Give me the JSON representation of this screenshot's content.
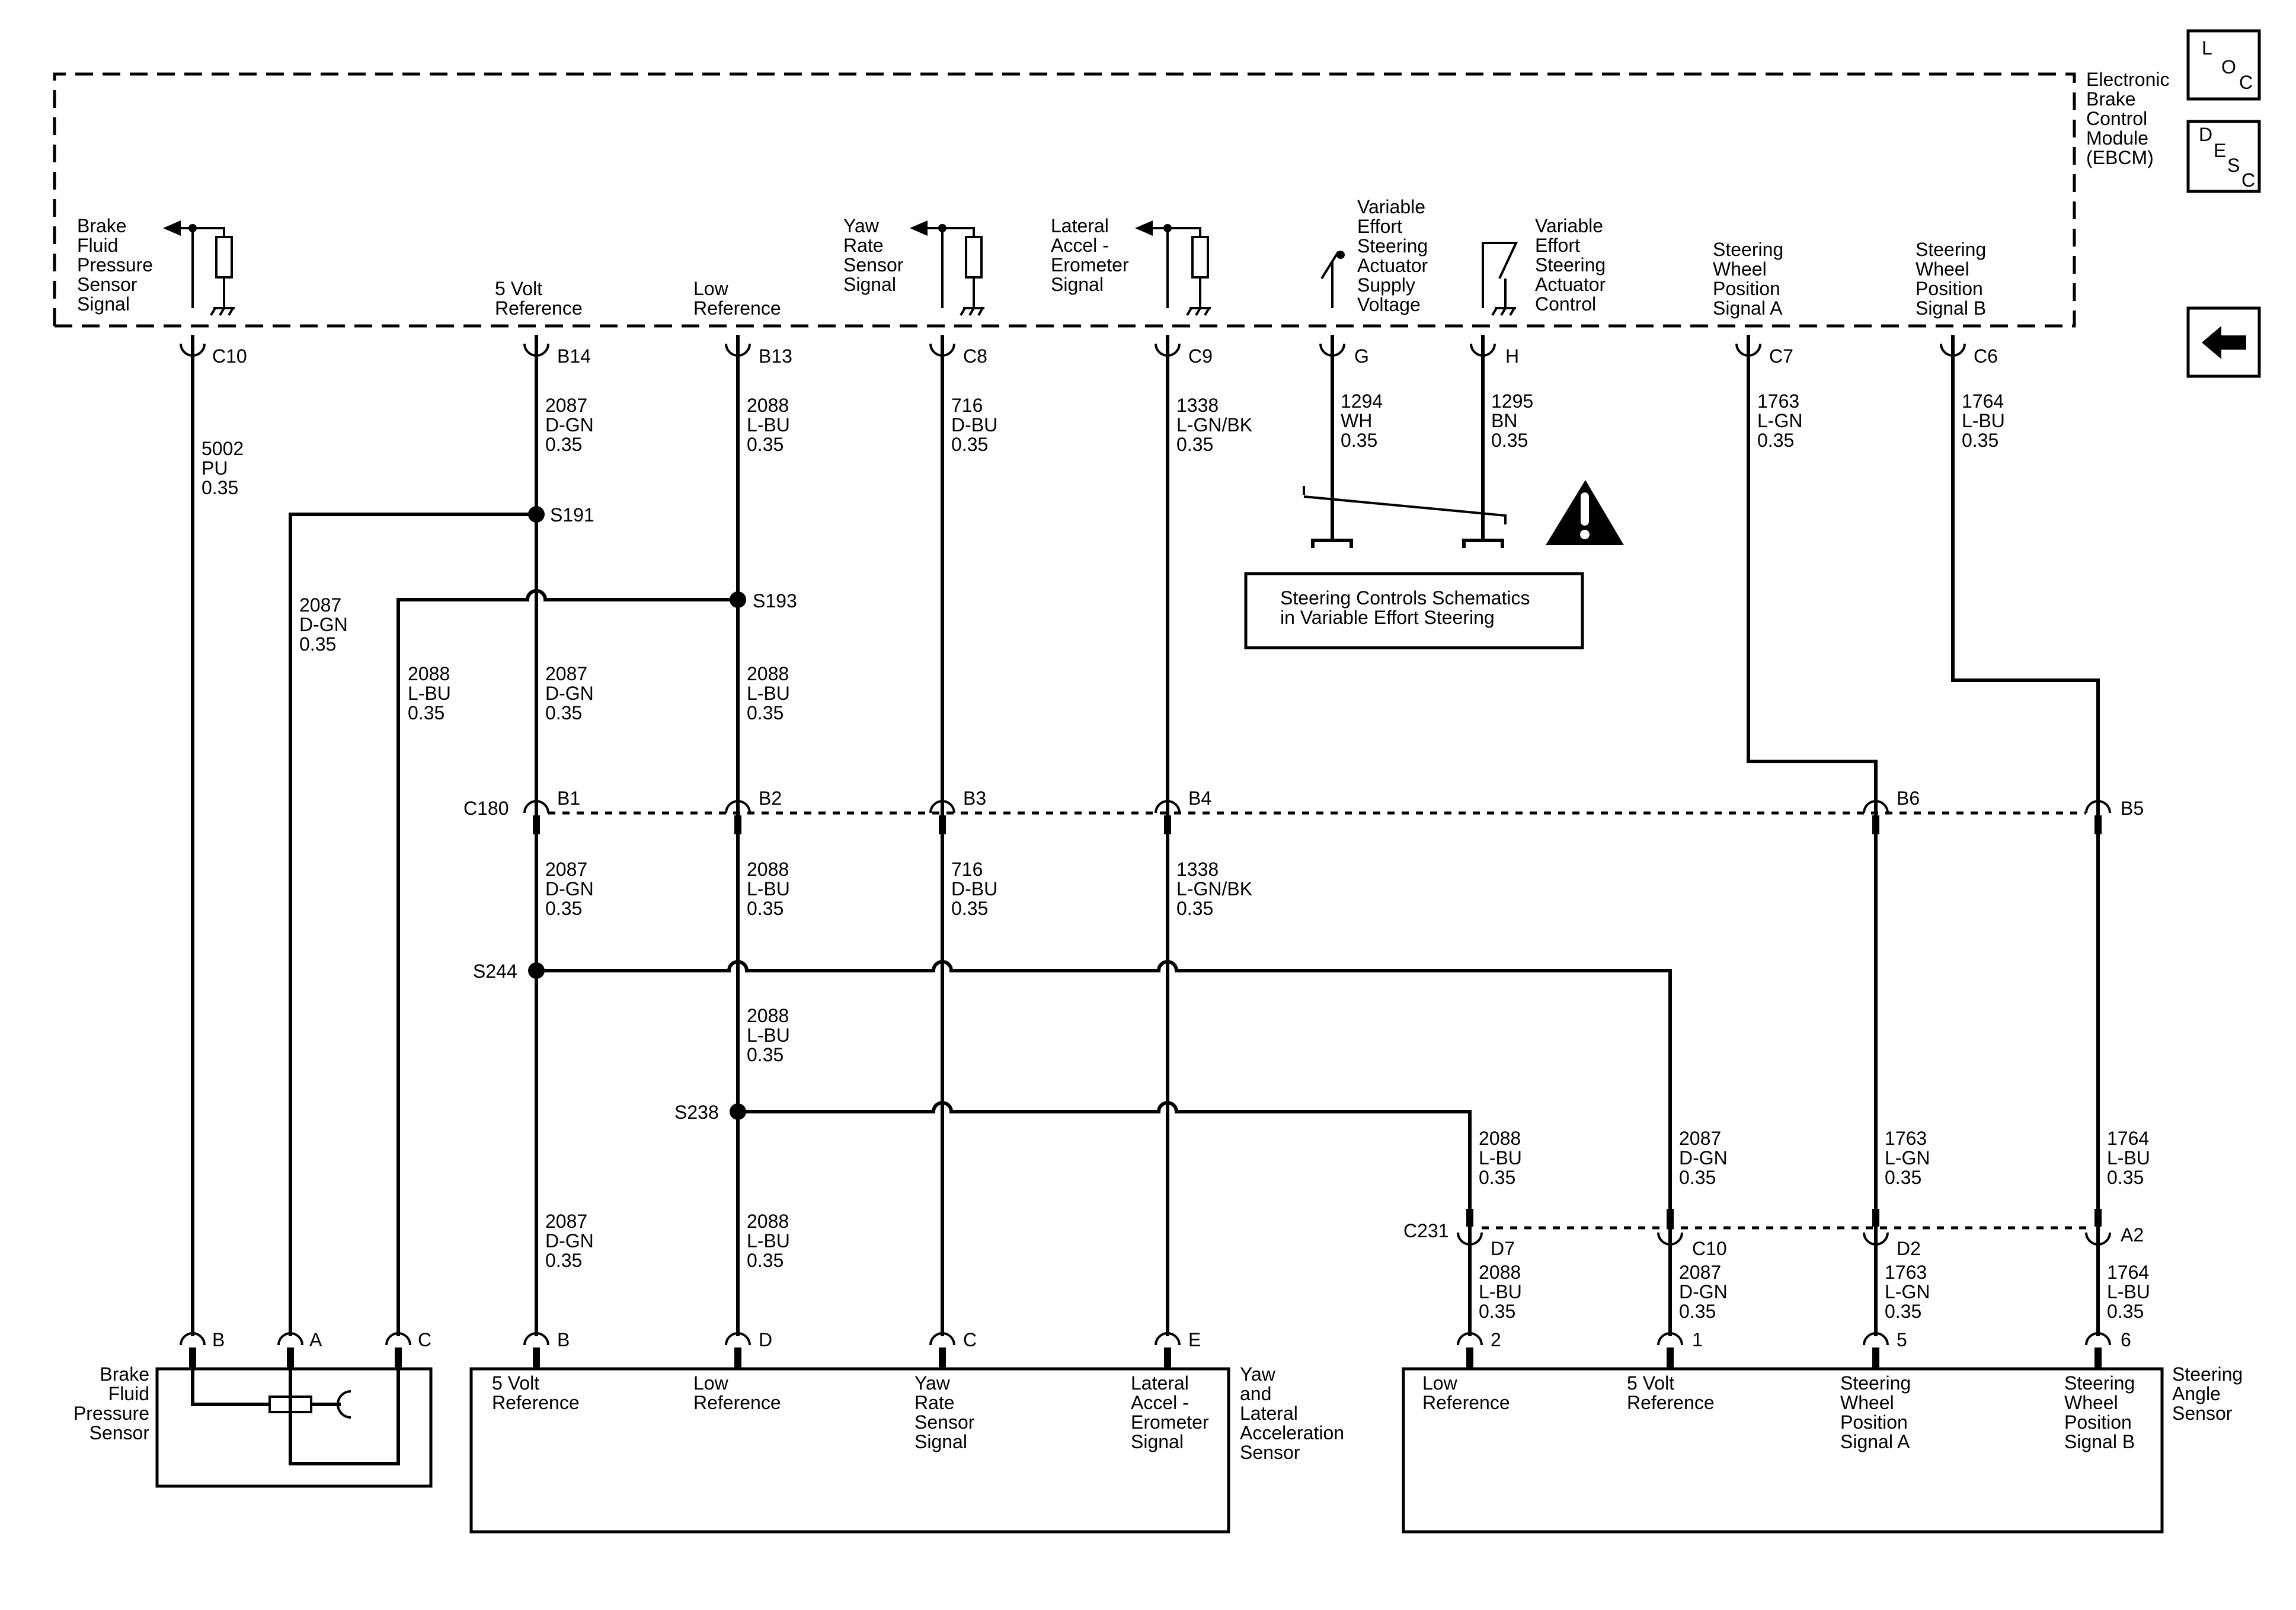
{
  "ebcm": {
    "name": "Electronic\nBrake\nControl\nModule\n(EBCM)",
    "pins": [
      {
        "id": "c10",
        "label": "Brake\nFluid\nPressure\nSensor\nSignal",
        "pin": "C10"
      },
      {
        "id": "b14",
        "label": "5 Volt\nReference",
        "pin": "B14"
      },
      {
        "id": "b13",
        "label": "Low\nReference",
        "pin": "B13"
      },
      {
        "id": "c8",
        "label": "Yaw\nRate\nSensor\nSignal",
        "pin": "C8"
      },
      {
        "id": "c9",
        "label": "Lateral\nAccel -\nErometer\nSignal",
        "pin": "C9"
      },
      {
        "id": "g",
        "label": "Variable\nEffort\nSteering\nActuator\nSupply\nVoltage",
        "pin": "G"
      },
      {
        "id": "h",
        "label": "Variable\nEffort\nSteering\nActuator\nControl",
        "pin": "H"
      },
      {
        "id": "c7",
        "label": "Steering\nWheel\nPosition\nSignal A",
        "pin": "C7"
      },
      {
        "id": "c6",
        "label": "Steering\nWheel\nPosition\nSignal B",
        "pin": "C6"
      }
    ]
  },
  "nav": {
    "loc": "L O C",
    "desc": "D E S C",
    "back_icon": "left-arrow-icon"
  },
  "wires": {
    "w5002": "5002\nPU\n0.35",
    "w2087a": "2087\nD-GN\n0.35",
    "w2088a": "2088\nL-BU\n0.35",
    "w716a": "716\nD-BU\n0.35",
    "w1338a": "1338\nL-GN/BK\n0.35",
    "w1294": "1294\nWH\n0.35",
    "w1295": "1295\nBN\n0.35",
    "w1763a": "1763\nL-GN\n0.35",
    "w1764a": "1764\nL-BU\n0.35",
    "w2087brk": "2087\nD-GN\n0.35",
    "w2088brk": "2088\nL-BU\n0.35",
    "w2087b": "2087\nD-GN\n0.35",
    "w2088b": "2088\nL-BU\n0.35",
    "w2087c": "2087\nD-GN\n0.35",
    "w2088c": "2088\nL-BU\n0.35",
    "w716c": "716\nD-BU\n0.35",
    "w1338c": "1338\nL-GN/BK\n0.35",
    "w2088d": "2088\nL-BU\n0.35",
    "w2087e": "2087\nD-GN\n0.35",
    "w2088e": "2088\nL-BU\n0.35",
    "w2088f": "2088\nL-BU\n0.35",
    "w2087f": "2087\nD-GN\n0.35",
    "w1763f": "1763\nL-GN\n0.35",
    "w1764f": "1764\nL-BU\n0.35",
    "w2088g": "2088\nL-BU\n0.35",
    "w2087g": "2087\nD-GN\n0.35",
    "w1763g": "1763\nL-GN\n0.35",
    "w1764g": "1764\nL-BU\n0.35"
  },
  "splices": {
    "s191": "S191",
    "s193": "S193",
    "s244": "S244",
    "s238": "S238"
  },
  "connectors": {
    "c180": {
      "name": "C180",
      "pins": [
        "B1",
        "B2",
        "B3",
        "B4",
        "B6",
        "B5"
      ]
    },
    "c231": {
      "name": "C231",
      "pins": [
        "D7",
        "C10",
        "D2",
        "A2"
      ]
    }
  },
  "steering_controls_ref": "Steering Controls Schematics\nin Variable Effort Steering",
  "brake_sensor": {
    "name": "Brake\nFluid\nPressure\nSensor",
    "pins": [
      "B",
      "A",
      "C"
    ]
  },
  "yaw_sensor": {
    "name": "Yaw\nand\nLateral\nAcceleration\nSensor",
    "pins": [
      "B",
      "D",
      "C",
      "E"
    ],
    "labels": [
      "5 Volt\nReference",
      "Low\nReference",
      "Yaw\nRate\nSensor\nSignal",
      "Lateral\nAccel -\nErometer\nSignal"
    ]
  },
  "angle_sensor": {
    "name": "Steering\nAngle\nSensor",
    "pins": [
      "2",
      "1",
      "5",
      "6"
    ],
    "labels": [
      "Low\nReference",
      "5 Volt\nReference",
      "Steering\nWheel\nPosition\nSignal A",
      "Steering\nWheel\nPosition\nSignal B"
    ]
  }
}
